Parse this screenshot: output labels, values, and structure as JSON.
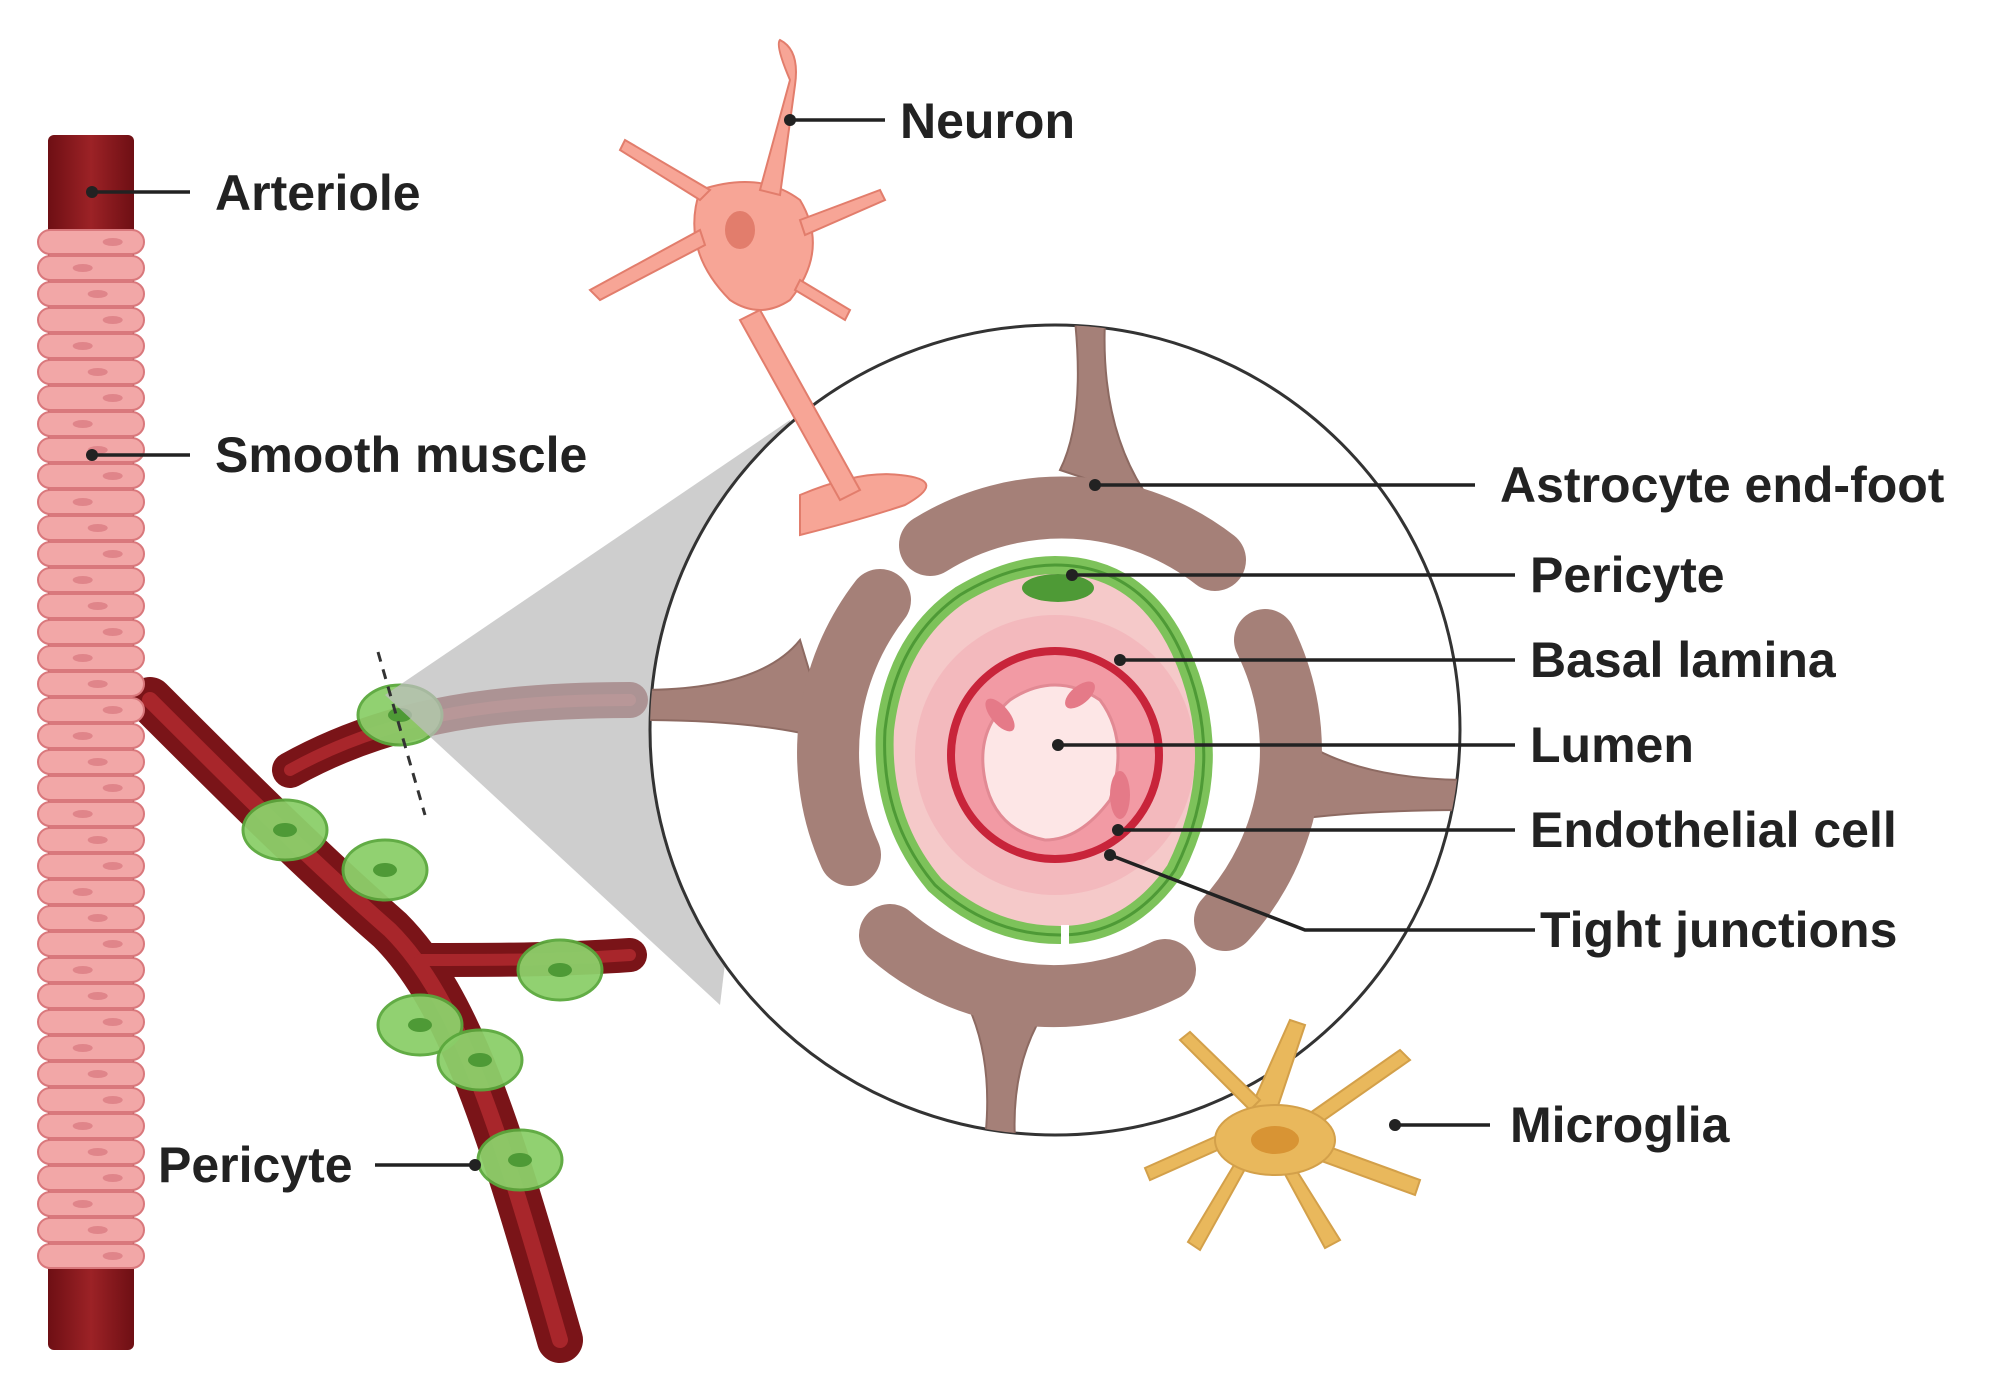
{
  "labels": {
    "neuron": "Neuron",
    "arteriole": "Arteriole",
    "smooth_muscle": "Smooth muscle",
    "astrocyte_end_foot": "Astrocyte end-foot",
    "pericyte_cross_section": "Pericyte",
    "basal_lamina": "Basal lamina",
    "lumen": "Lumen",
    "endothelial_cell": "Endothelial cell",
    "tight_junctions": "Tight junctions",
    "microglia": "Microglia",
    "pericyte_capillary": "Pericyte"
  },
  "colors": {
    "arteriole": "#8b1a1a",
    "smooth_muscle": "#f0a0a0",
    "pericyte": "#7dc25a",
    "astrocyte": "#a58078",
    "neuron": "#f7a596",
    "microglia": "#e9b85c",
    "basal_lamina": "#f6cccc",
    "endothelium": "#c8243a",
    "lumen": "#fde6e6"
  }
}
